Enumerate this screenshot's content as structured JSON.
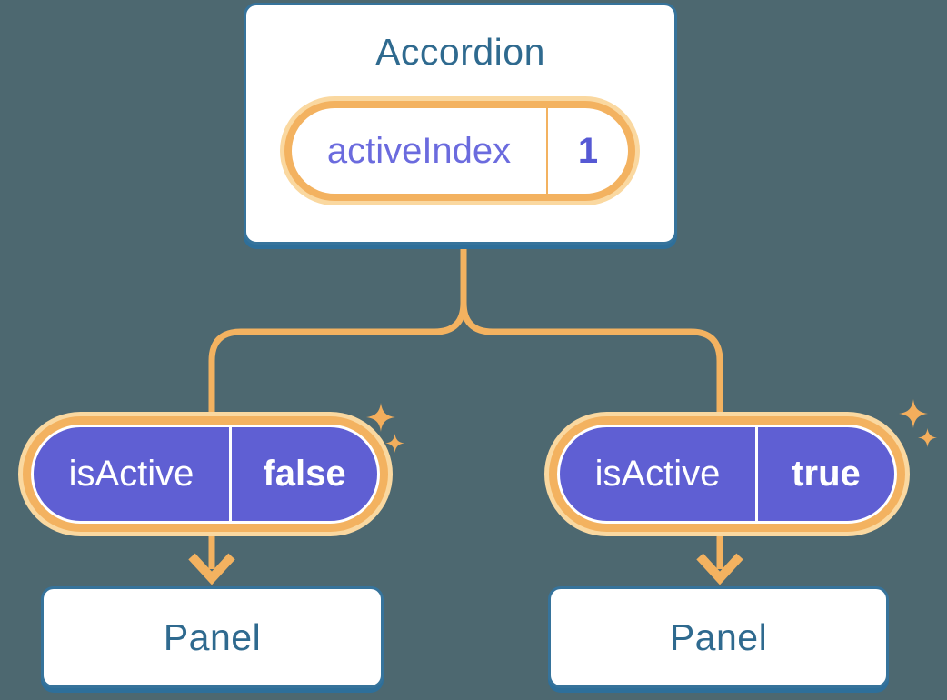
{
  "diagram": {
    "accordion": {
      "title": "Accordion",
      "state": {
        "label": "activeIndex",
        "value": "1"
      }
    },
    "children": [
      {
        "prop": {
          "label": "isActive",
          "value": "false"
        },
        "panel_title": "Panel"
      },
      {
        "prop": {
          "label": "isActive",
          "value": "true"
        },
        "panel_title": "Panel"
      }
    ]
  },
  "colors": {
    "background": "#4D6870",
    "card_fill": "#FFFFFF",
    "card_border": "#36739B",
    "card_shadow": "#2E6F9A",
    "card_text": "#2F6A8F",
    "connector": "#F3B260",
    "pill_ring": "#F3B260",
    "pill_halo": "#FAD8A0",
    "sparkle": "#F4AE5C",
    "state_pill_fill": "#5F5FD3",
    "state_pill_text": "#FFFFFF",
    "prop_label_text": "#6B6BDE",
    "prop_value_text": "#5659D4"
  }
}
